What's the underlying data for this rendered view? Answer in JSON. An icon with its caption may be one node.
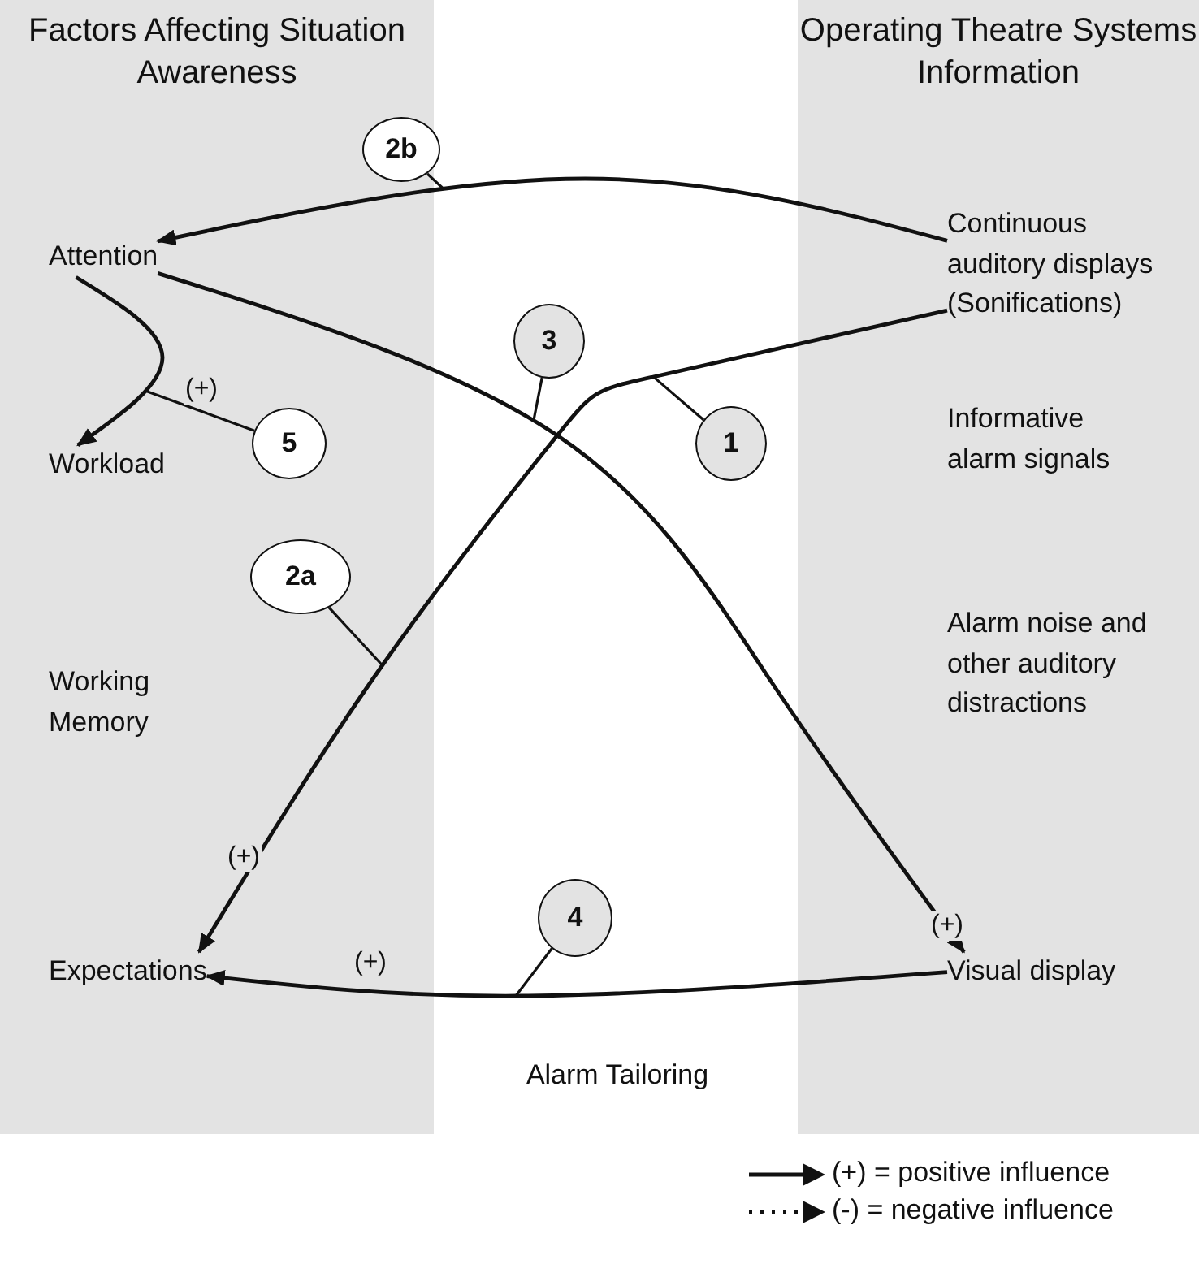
{
  "diagram": {
    "nodes": [
      {
        "text": [
          "Factors Affecting Situation Awareness"
        ]
      },
      {
        "text": [
          "Operating Theatre Systems Information"
        ]
      },
      {
        "text": [
          "Attention"
        ],
        "in": 0
      },
      {
        "text": [
          "Workload"
        ],
        "in": 0
      },
      {
        "text": [
          "Working Memory"
        ],
        "in": 0
      },
      {
        "text": [
          "Expectations"
        ],
        "in": 0
      },
      {
        "text": [
          "Continuous auditory displays (Sonifications)"
        ],
        "in": 1
      },
      {
        "text": [
          "Informative alarm signals"
        ],
        "in": 1
      },
      {
        "text": [
          "Alarm noise and other auditory distractions"
        ],
        "in": 1
      },
      {
        "text": [
          "Visual display"
        ],
        "in": 1
      },
      {
        "text": [
          "2b"
        ]
      },
      {
        "text": [
          "3"
        ]
      },
      {
        "text": [
          "1"
        ]
      },
      {
        "text": [
          "5"
        ],
        "in": 0
      },
      {
        "text": [
          "2a"
        ],
        "in": 0
      },
      {
        "text": [
          "4"
        ]
      }
    ],
    "edges": [
      {
        "from": 6,
        "to": 2,
        "arrow": "to"
      },
      {
        "from": 2,
        "to": 9,
        "arrow": "to",
        "label": "(+)"
      },
      {
        "from": 6,
        "to": 5,
        "arrow": "to",
        "label": "(+)"
      },
      {
        "from": 2,
        "to": 3,
        "arrow": "to",
        "label": "(+)"
      },
      {
        "from": 9,
        "to": 5,
        "arrow": "to",
        "label": "(+)"
      },
      {
        "from": 10,
        "to": null,
        "arrow": "none"
      },
      {
        "from": 11,
        "to": null,
        "arrow": "none"
      },
      {
        "from": 12,
        "to": null,
        "arrow": "none"
      },
      {
        "from": 13,
        "to": null,
        "arrow": "none"
      },
      {
        "from": 14,
        "to": null,
        "arrow": "none"
      },
      {
        "from": 15,
        "to": null,
        "arrow": "none"
      }
    ],
    "labels": [
      "Alarm Tailoring"
    ],
    "legend": [
      {
        "text": "(+) = positive influence"
      },
      {
        "text": "(-) = negative influence"
      }
    ]
  }
}
